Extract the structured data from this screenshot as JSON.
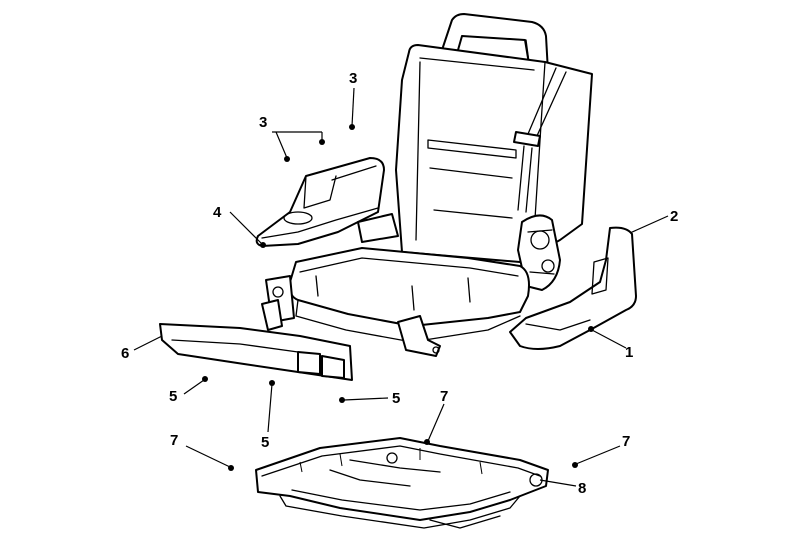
{
  "callouts": {
    "c1": "1",
    "c2": "2",
    "c3_top": "3",
    "c3_left": "3",
    "c4": "4",
    "c5_left": "5",
    "c5_bottom": "5",
    "c5_right": "5",
    "c6": "6",
    "c7_left": "7",
    "c7_top": "7",
    "c7_right": "7",
    "c8": "8"
  }
}
